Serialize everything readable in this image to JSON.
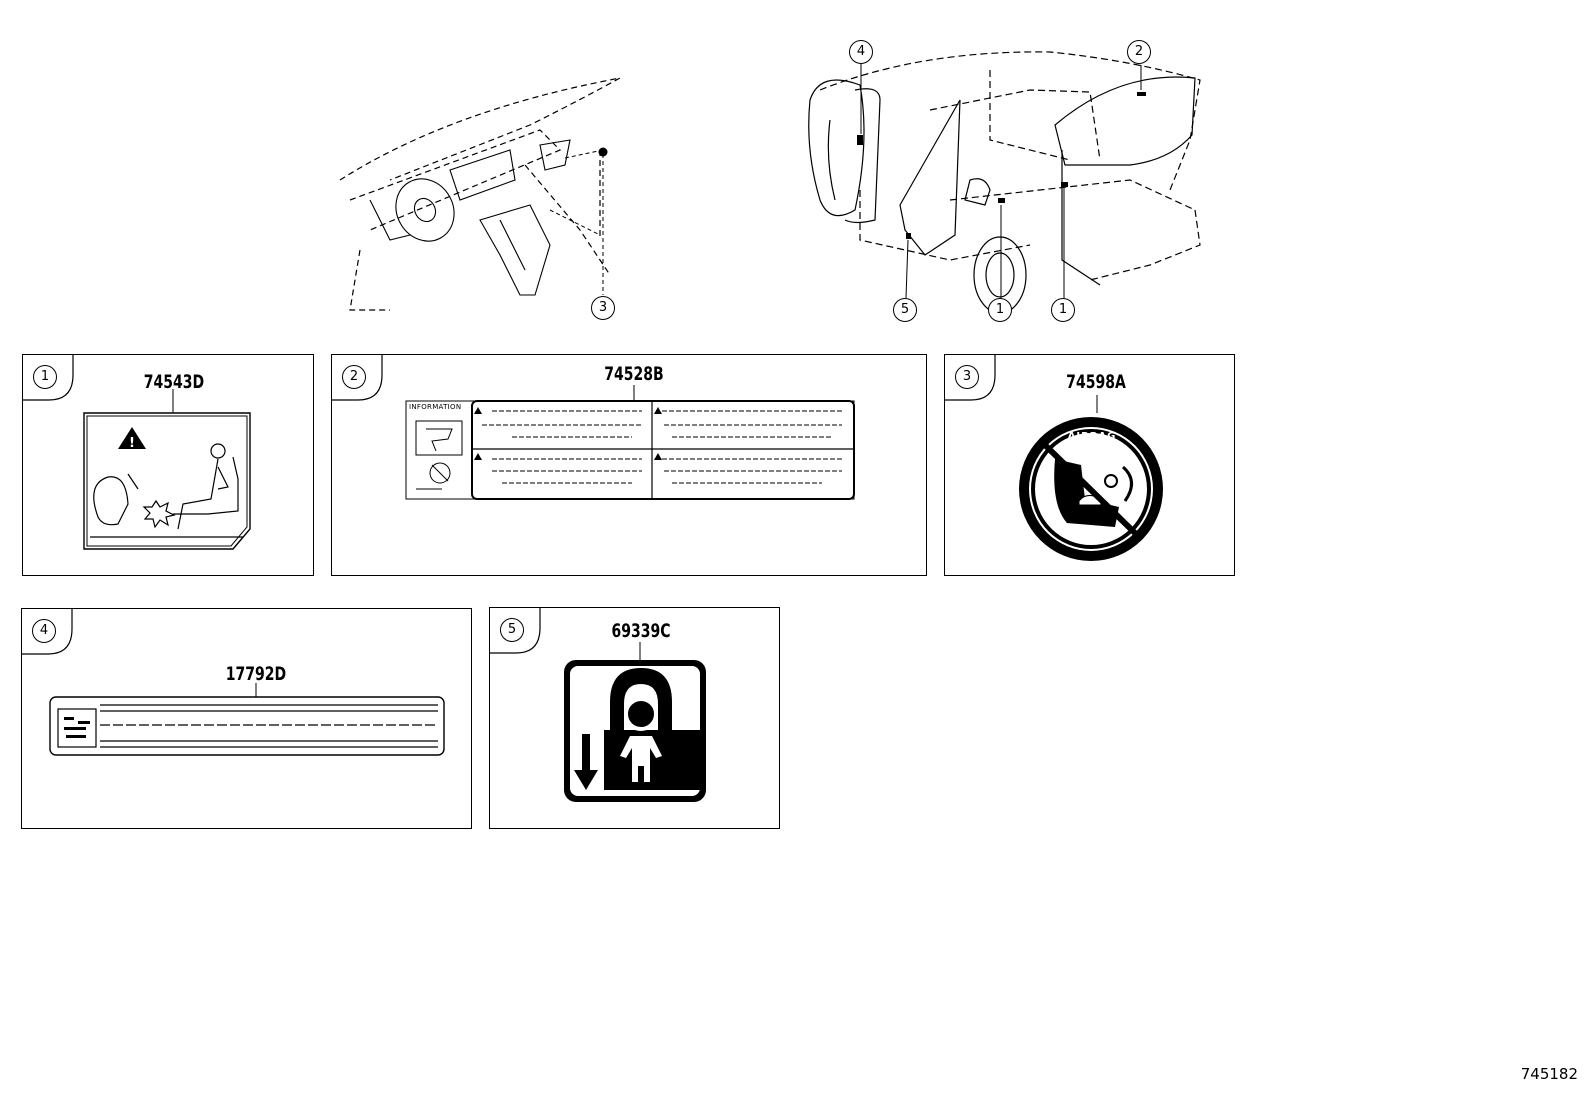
{
  "diagram_id": "745182",
  "callouts": {
    "dash_label": "3",
    "door_4": "4",
    "hatch_2": "2",
    "sill_5": "5",
    "pillar_1a": "1",
    "pillar_1b": "1"
  },
  "panels": [
    {
      "index": "1",
      "part_number": "74543D"
    },
    {
      "index": "2",
      "part_number": "74528B",
      "label_header": "INFORMATION"
    },
    {
      "index": "3",
      "part_number": "74598A",
      "badge_text": "AIRBAG"
    },
    {
      "index": "4",
      "part_number": "17792D"
    },
    {
      "index": "5",
      "part_number": "69339C"
    }
  ]
}
